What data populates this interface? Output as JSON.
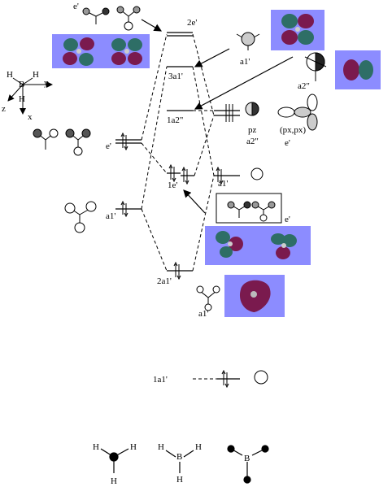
{
  "colors": {
    "panel": "#8c8cff",
    "lobe_magenta": "#7a1a4e",
    "lobe_teal": "#2e6e66",
    "atom_grey": "#9a9a9a"
  },
  "axes": {
    "x": "x",
    "y": "y",
    "z": "z",
    "center_atom": "B",
    "h_label": "H"
  },
  "mo_levels": {
    "2e_prime": "2e'",
    "3a1_prime": "3a1'",
    "1a2_dprime": "1a2\"",
    "1e_prime": "1e'",
    "2a1_prime": "2a1'",
    "1a1_prime": "1a1'"
  },
  "fragment_left": {
    "e_prime_top": "e'",
    "e_prime": "e'",
    "a1_prime": "a1'",
    "atom_H": "H"
  },
  "fragment_right": {
    "a1_prime_top": "a1'",
    "a2_dprime_top": "a2\"",
    "pz": "pz",
    "a2_dprime": "a2\"",
    "px_py": "(px,px)",
    "e_prime": "e'",
    "a1_prime": "a1'",
    "e_prime_box": "e'",
    "a1_prime_low": "a1'"
  },
  "molecules_bottom": {
    "atom_H": "H",
    "atom_B": "B"
  }
}
